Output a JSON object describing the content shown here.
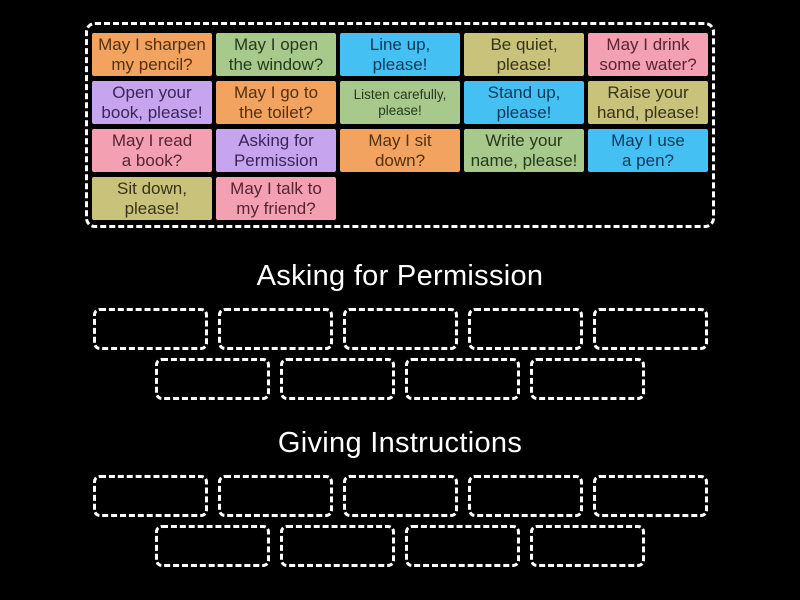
{
  "colors": {
    "background": "#000000",
    "dashed_border": "#ffffff",
    "group_title_text": "#ffffff"
  },
  "card_palette": {
    "orange": {
      "bg": "#f2a35f",
      "fg": "#54300f"
    },
    "green": {
      "bg": "#a7c98c",
      "fg": "#27391a"
    },
    "blue": {
      "bg": "#45c0f3",
      "fg": "#0e3a5a"
    },
    "olive": {
      "bg": "#c8c27a",
      "fg": "#37331a"
    },
    "pink": {
      "bg": "#f3a1b2",
      "fg": "#582432"
    },
    "purple": {
      "bg": "#c6a4ee",
      "fg": "#392659"
    }
  },
  "bank": {
    "cards": [
      {
        "lines": [
          "May I sharpen",
          "my pencil?"
        ],
        "color": "orange"
      },
      {
        "lines": [
          "May I open",
          "the window?"
        ],
        "color": "green"
      },
      {
        "lines": [
          "Line up,",
          "please!"
        ],
        "color": "blue"
      },
      {
        "lines": [
          "Be quiet,",
          "please!"
        ],
        "color": "olive"
      },
      {
        "lines": [
          "May I drink",
          "some water?"
        ],
        "color": "pink"
      },
      {
        "lines": [
          "Open your",
          "book, please!"
        ],
        "color": "purple"
      },
      {
        "lines": [
          "May I go to",
          "the toilet?"
        ],
        "color": "orange"
      },
      {
        "lines": [
          "Listen carefully,",
          "please!"
        ],
        "color": "green",
        "small": true
      },
      {
        "lines": [
          "Stand up,",
          "please!"
        ],
        "color": "blue"
      },
      {
        "lines": [
          "Raise your",
          "hand, please!"
        ],
        "color": "olive"
      },
      {
        "lines": [
          "May I read",
          "a book?"
        ],
        "color": "pink"
      },
      {
        "lines": [
          "Asking for",
          "Permission"
        ],
        "color": "purple"
      },
      {
        "lines": [
          "May I sit",
          "down?"
        ],
        "color": "orange"
      },
      {
        "lines": [
          "Write your",
          "name, please!"
        ],
        "color": "green"
      },
      {
        "lines": [
          "May I use",
          "a pen?"
        ],
        "color": "blue"
      },
      {
        "lines": [
          "Sit down,",
          "please!"
        ],
        "color": "olive"
      },
      {
        "lines": [
          "May I talk to",
          "my friend?"
        ],
        "color": "pink"
      }
    ]
  },
  "groups": [
    {
      "title": "Asking for Permission",
      "slot_rows": [
        5,
        4
      ]
    },
    {
      "title": "Giving Instructions",
      "slot_rows": [
        5,
        4
      ]
    }
  ]
}
